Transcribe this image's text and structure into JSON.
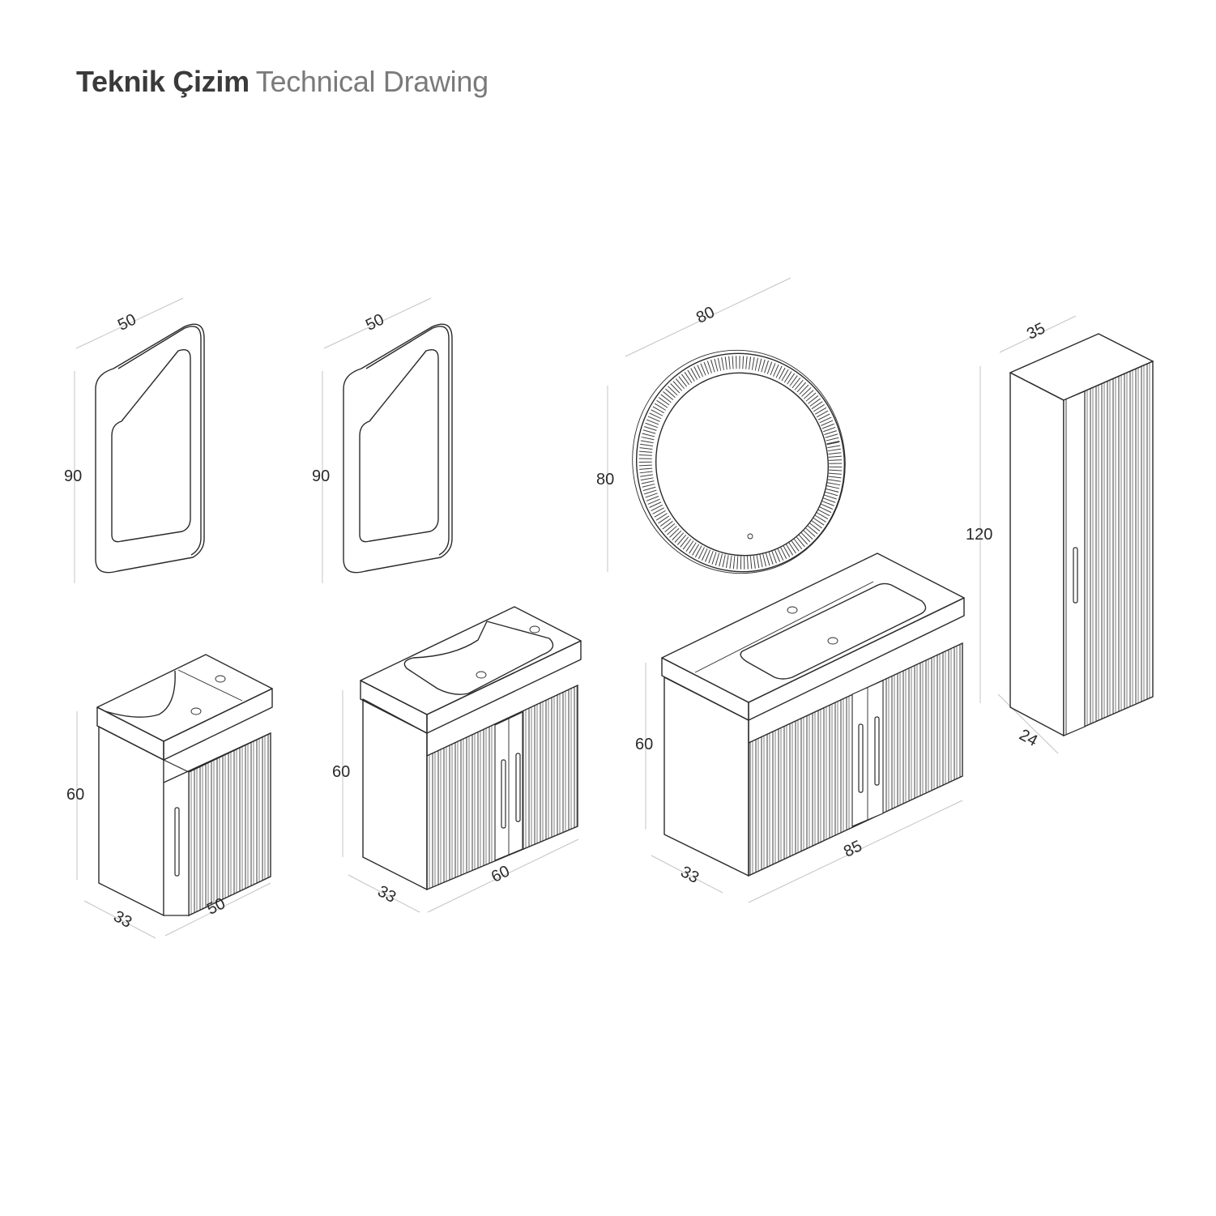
{
  "header": {
    "title_tr": "Teknik Çizim",
    "title_en": "Technical Drawing"
  },
  "items": [
    {
      "name": "Mirror 1 (rectangular)",
      "dims": {
        "width": "50",
        "height": "90"
      }
    },
    {
      "name": "Mirror 2 (rectangular)",
      "dims": {
        "width": "50",
        "height": "90"
      }
    },
    {
      "name": "Round LED mirror",
      "dims": {
        "width": "80",
        "height": "80"
      }
    },
    {
      "name": "Tall cabinet",
      "dims": {
        "width": "35",
        "height": "120",
        "depth": "24"
      }
    },
    {
      "name": "Vanity 50",
      "dims": {
        "height": "60",
        "depth": "33",
        "width": "50"
      }
    },
    {
      "name": "Vanity 60",
      "dims": {
        "height": "60",
        "depth": "33",
        "width": "60"
      }
    },
    {
      "name": "Vanity 85",
      "dims": {
        "height": "60",
        "depth": "33",
        "width": "85"
      }
    }
  ],
  "colors": {
    "line": "#2a2a2a",
    "dimension": "#c4c4c4",
    "title_bold": "#3a3a3a",
    "title_light": "#7a7a7a"
  }
}
